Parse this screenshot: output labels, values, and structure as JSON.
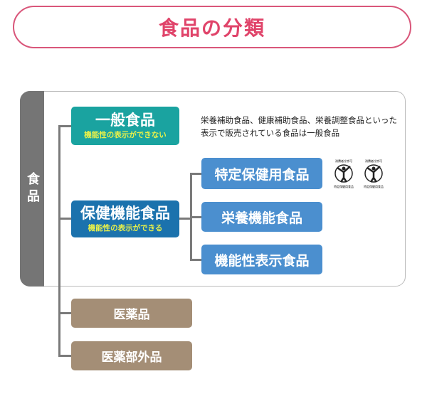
{
  "title": "食品の分類",
  "sidebar_label": "食品",
  "general_food": {
    "label": "一般食品",
    "sub": "機能性の表示ができない"
  },
  "note": "栄養補助食品、健康補助食品、栄養調整食品といった表示で販売されている食品は一般食品",
  "health_food": {
    "label": "保健機能食品",
    "sub": "機能性の表示ができる"
  },
  "health_food_types": [
    "特定保健用食品",
    "栄養機能食品",
    "機能性表示食品"
  ],
  "marks": [
    "foshu-mark-icon",
    "foshu-conditional-mark-icon"
  ],
  "others": [
    "医薬品",
    "医薬部外品"
  ],
  "colors": {
    "title": "#e0446a",
    "teal": "#1aa3a0",
    "blue": "#1b72ad",
    "light_blue": "#4b8fcf",
    "brown": "#a48e76",
    "sub_text": "#e8f04a"
  }
}
